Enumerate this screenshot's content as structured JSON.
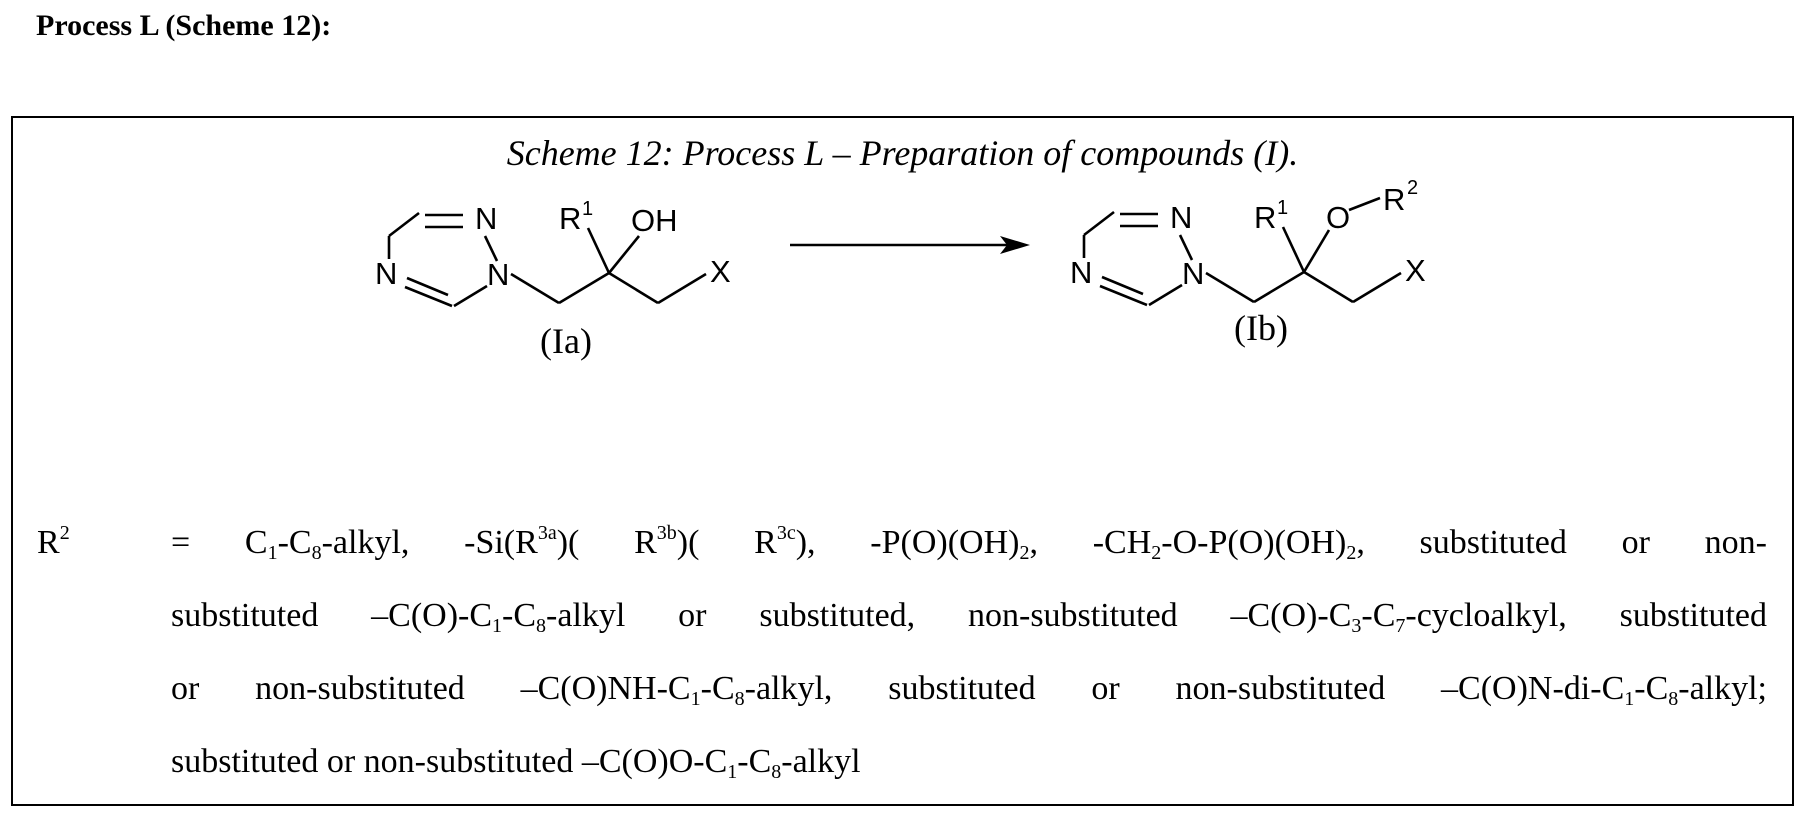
{
  "heading": "Process L (Scheme 12):",
  "scheme": {
    "caption": "Scheme 12: Process L – Preparation of compounds (I).",
    "reactant": {
      "label": "(Ia)",
      "atoms": {
        "n_top": "N",
        "n_left": "N",
        "n_ring": "N",
        "r1": "R",
        "r1_sup": "1",
        "oh": "OH",
        "x": "X"
      }
    },
    "product": {
      "label": "(Ib)",
      "atoms": {
        "n_top": "N",
        "n_left": "N",
        "n_ring": "N",
        "r1": "R",
        "r1_sup": "1",
        "o": "O",
        "r2": "R",
        "r2_sup": "2",
        "x": "X"
      }
    }
  },
  "definition": {
    "symbol": "R",
    "symbol_sup": "2",
    "eq": "= C",
    "s1": "1",
    "t1": "-C",
    "s2": "8",
    "t2": "-alkyl, -Si(R",
    "p1": "3a",
    "t3": ")( R",
    "p2": "3b",
    "t4": ")( R",
    "p3": "3c",
    "t5": "), -P(O)(OH)",
    "s3": "2",
    "t6": ", -CH",
    "s4": "2",
    "t7": "-O-P(O)(OH)",
    "s5": "2",
    "t8": ", substituted or non-",
    "l2a": "substituted –C(O)-C",
    "l2s1": "1",
    "l2b": "-C",
    "l2s2": "8",
    "l2c": "-alkyl or substituted, non-substituted –C(O)-C",
    "l2s3": "3",
    "l2d": "-C",
    "l2s4": "7",
    "l2e": "-cycloalkyl, substituted",
    "l3a": "or non-substituted –C(O)NH-C",
    "l3s1": "1",
    "l3b": "-C",
    "l3s2": "8",
    "l3c": "-alkyl, substituted or non-substituted –C(O)N-di-C",
    "l3s3": "1",
    "l3d": "-C",
    "l3s4": "8",
    "l3e": "-alkyl;",
    "l4a": "substituted or non-substituted –C(O)O-C",
    "l4s1": "1",
    "l4b": "-C",
    "l4s2": "8",
    "l4c": "-alkyl"
  }
}
